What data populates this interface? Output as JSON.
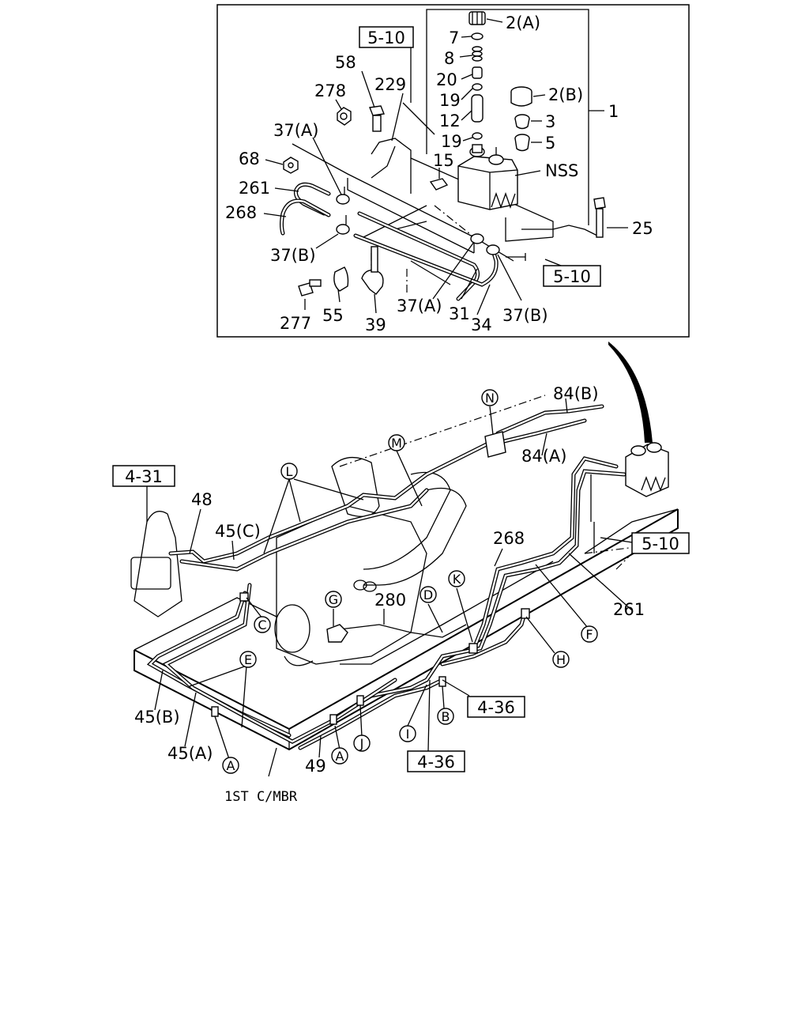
{
  "inset": {
    "labels": {
      "p2a": "2(A)",
      "p7": "7",
      "p8": "8",
      "p20": "20",
      "p19a": "19",
      "p12": "12",
      "p19b": "19",
      "p2b": "2(B)",
      "p3": "3",
      "p5": "5",
      "p1": "1",
      "nss": "NSS",
      "p15": "15",
      "p25": "25",
      "p58": "58",
      "p278": "278",
      "p229": "229",
      "p37a_top": "37(A)",
      "p68": "68",
      "p261": "261",
      "p268": "268",
      "p37b_left": "37(B)",
      "p277": "277",
      "p55": "55",
      "p39": "39",
      "p37a_bot": "37(A)",
      "p31": "31",
      "p34": "34",
      "p37b_bot": "37(B)"
    },
    "refs": {
      "ref_5_10_top": "5-10",
      "ref_5_10_right": "5-10"
    }
  },
  "main": {
    "labels": {
      "p84b": "84(B)",
      "p84a": "84(A)",
      "p48": "48",
      "p45c": "45(C)",
      "p268": "268",
      "p280": "280",
      "p261": "261",
      "p45b": "45(B)",
      "p45a": "45(A)",
      "p49": "49",
      "caption": "1ST C/MBR"
    },
    "refs": {
      "ref_4_31": "4-31",
      "ref_5_10": "5-10",
      "ref_4_36_a": "4-36",
      "ref_4_36_b": "4-36"
    },
    "callouts": {
      "N": "N",
      "M": "M",
      "L": "L",
      "C": "C",
      "G": "G",
      "D": "D",
      "K": "K",
      "F": "F",
      "H": "H",
      "E": "E",
      "A1": "A",
      "A2": "A",
      "J": "J",
      "I": "I",
      "B": "B"
    }
  }
}
